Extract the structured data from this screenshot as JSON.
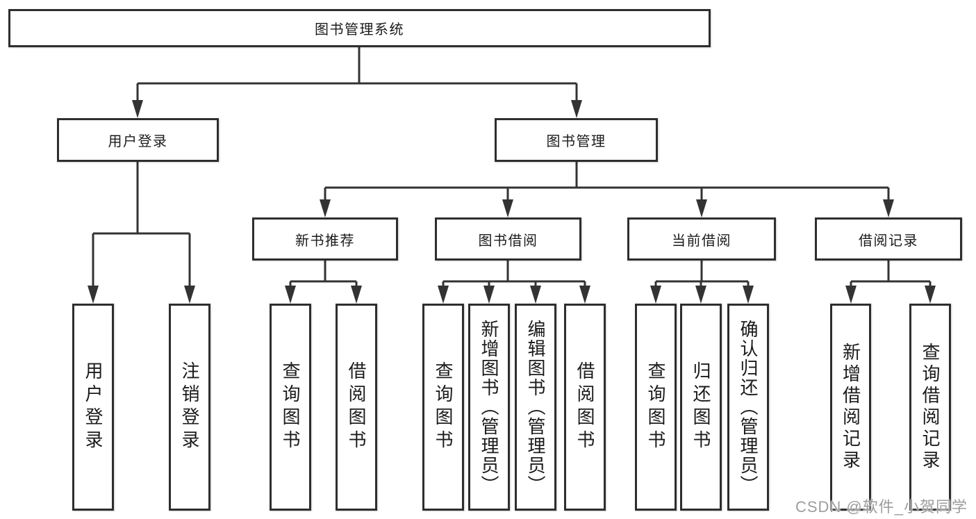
{
  "tree": {
    "root": {
      "label": "图书管理系统"
    },
    "branches": [
      {
        "label": "用户登录",
        "children": [
          {
            "label": "用户登录"
          },
          {
            "label": "注销登录"
          }
        ]
      },
      {
        "label": "图书管理",
        "children": [
          {
            "label": "新书推荐",
            "children": [
              {
                "label": "查询图书"
              },
              {
                "label": "借阅图书"
              }
            ]
          },
          {
            "label": "图书借阅",
            "children": [
              {
                "label": "查询图书"
              },
              {
                "label": "新增图书（管理员）"
              },
              {
                "label": "编辑图书（管理员）"
              },
              {
                "label": "借阅图书"
              }
            ]
          },
          {
            "label": "当前借阅",
            "children": [
              {
                "label": "查询图书"
              },
              {
                "label": "归还图书"
              },
              {
                "label": "确认归还（管理员）"
              }
            ]
          },
          {
            "label": "借阅记录",
            "children": [
              {
                "label": "新增借阅记录"
              },
              {
                "label": "查询借阅记录"
              }
            ]
          }
        ]
      }
    ]
  },
  "watermark": "CSDN @软件_小贺同学",
  "colors": {
    "line": "#333333",
    "box_border": "#2e2e2e",
    "text": "#1b1b1b",
    "watermark": "#9d9d9d",
    "background": "#ffffff"
  }
}
